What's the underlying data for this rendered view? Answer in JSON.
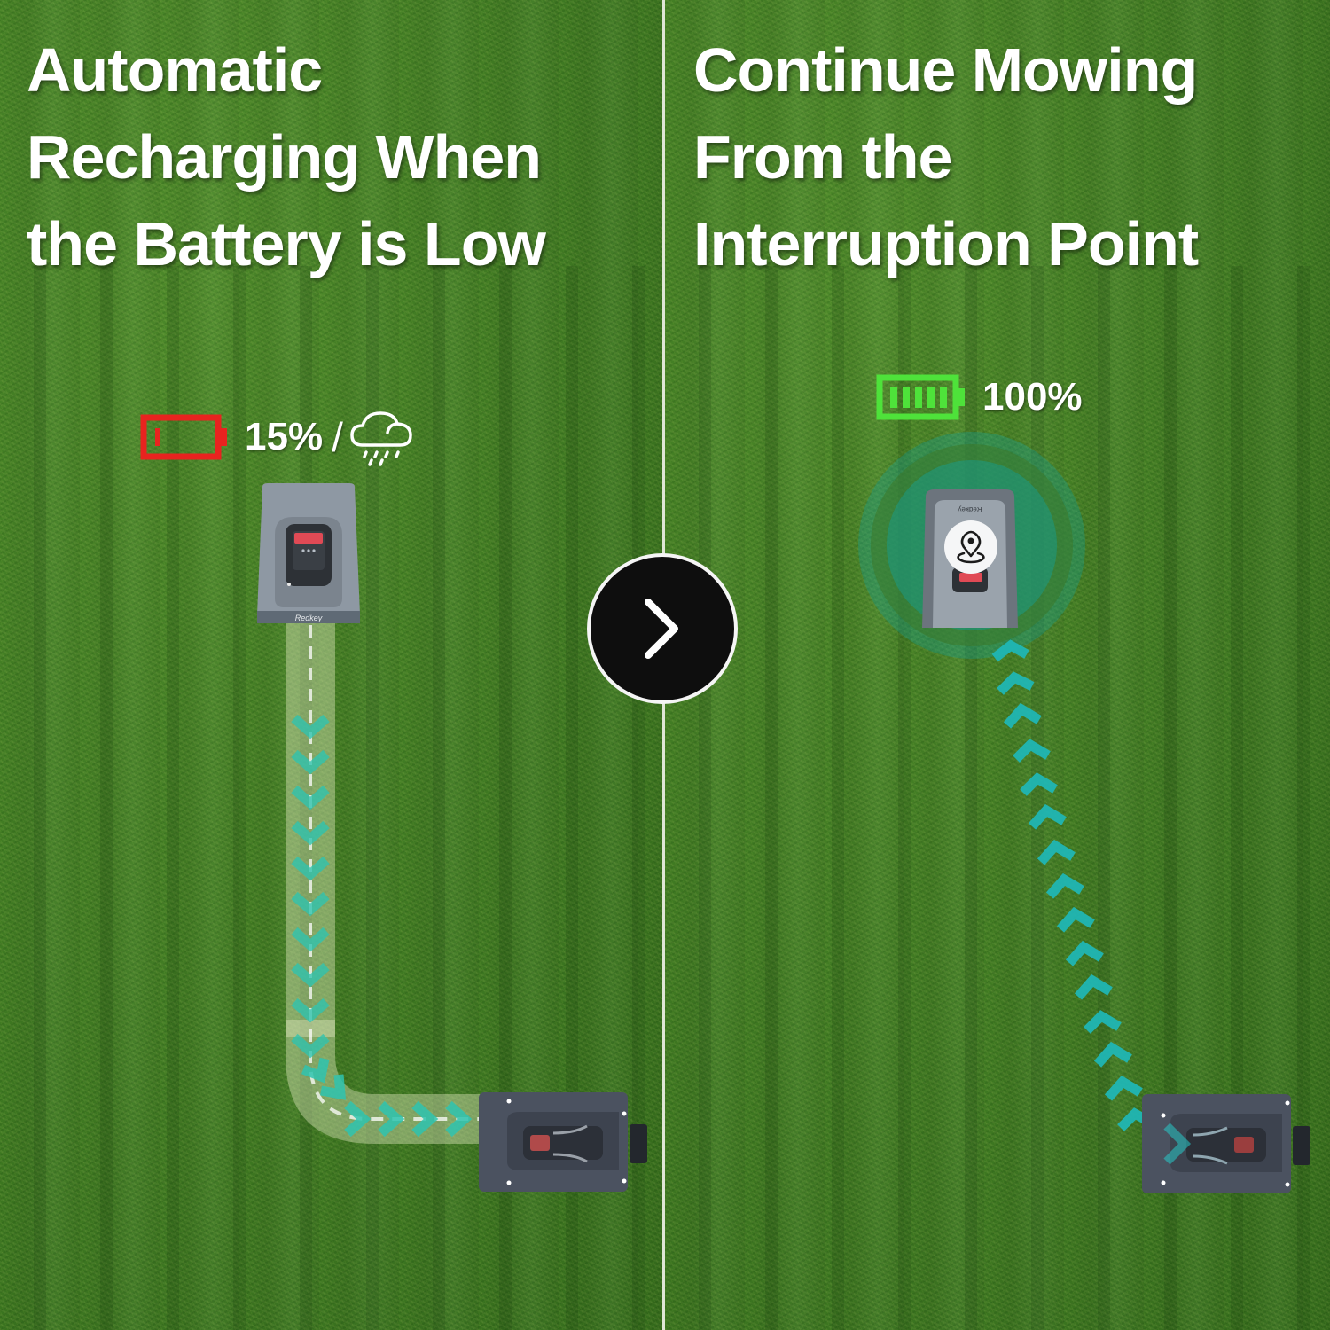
{
  "left_panel": {
    "heading_lines": [
      "Automatic",
      "Recharging When",
      "the Battery is Low"
    ],
    "battery": {
      "icon": "battery-low-icon",
      "level_text": "15%",
      "separator": "/",
      "weather_icon": "rain-cloud-icon",
      "color": "#e8231f"
    },
    "mower_brand": "Redkey",
    "path_color": "#2fc4b0",
    "path_direction": "return-to-dock"
  },
  "right_panel": {
    "heading_lines": [
      "Continue Mowing",
      "From the",
      "Interruption Point"
    ],
    "battery": {
      "icon": "battery-full-icon",
      "level_text": "100%",
      "color": "#4ee23a"
    },
    "mower_brand": "Redkey",
    "mower_badge_icon": "location-pin-icon",
    "ring_color": "#17a89a",
    "path_color": "#1fb8b8",
    "path_direction": "dock-to-interruption-point"
  },
  "next_button": {
    "icon": "chevron-right-icon",
    "background": "#0e0e0e",
    "border": "#f5f5f5"
  },
  "colors": {
    "grass": "#3f7a22",
    "text": "#ffffff",
    "divider": "#f2f2ea"
  }
}
